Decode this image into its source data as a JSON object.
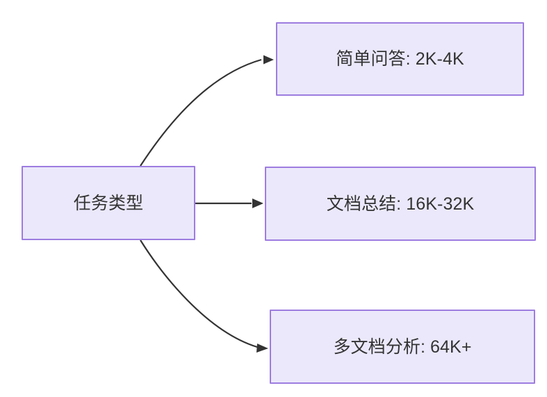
{
  "diagram": {
    "type": "flowchart",
    "direction": "left-to-right",
    "background_color": "#ffffff",
    "node_fill_color": "#ebe8fb",
    "node_border_color": "#9d7ce0",
    "text_color": "#333333",
    "edge_color": "#333333",
    "root": {
      "id": "root",
      "label": "任务类型"
    },
    "branches": [
      {
        "id": "simple-qa",
        "label": "简单问答: 2K-4K",
        "task": "简单问答",
        "context_range": "2K-4K",
        "edge_style": "curved"
      },
      {
        "id": "doc-summary",
        "label": "文档总结: 16K-32K",
        "task": "文档总结",
        "context_range": "16K-32K",
        "edge_style": "straight"
      },
      {
        "id": "multi-doc",
        "label": "多文档分析: 64K+",
        "task": "多文档分析",
        "context_range": "64K+",
        "edge_style": "curved"
      }
    ]
  }
}
